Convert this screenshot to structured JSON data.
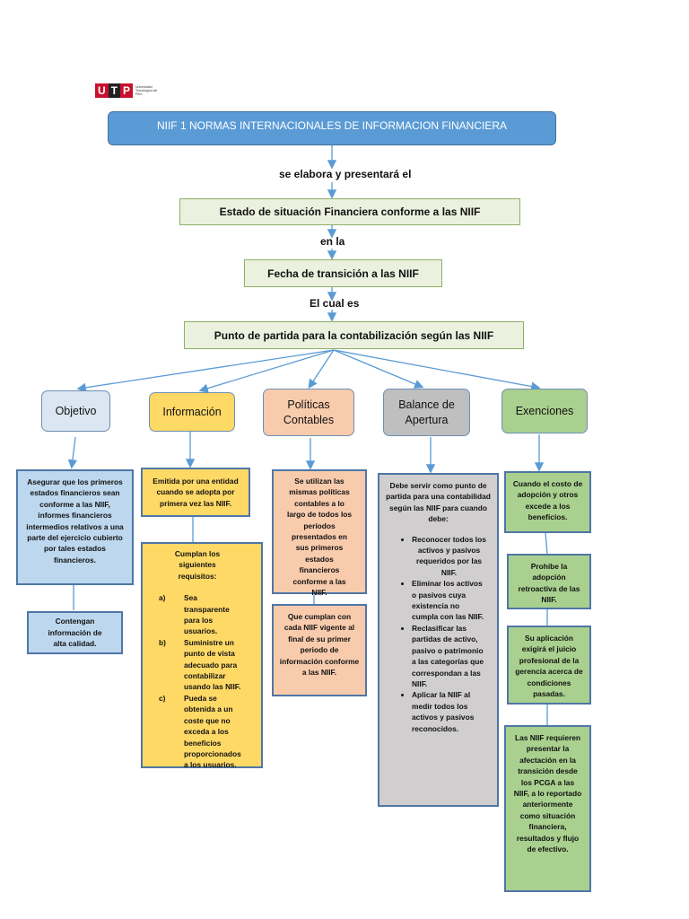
{
  "logo": {
    "text": "UTP",
    "subtitle": "Universidad Tecnológica del Perú"
  },
  "title": "NIIF 1 NORMAS INTERNACIONALES DE INFORMACION FINANCIERA",
  "connector1": "se elabora y presentará el",
  "node1": "Estado de situación Financiera conforme a las NIIF",
  "connector2": "en la",
  "node2": "Fecha de transición a las NIIF",
  "connector3": "El cual es",
  "node3": "Punto de partida para la contabilización según las NIIF",
  "categories": {
    "objetivo": "Objetivo",
    "informacion": "Información",
    "politicas": "Políticas Contables",
    "balance": "Balance de Apertura",
    "exenciones": "Exenciones"
  },
  "objetivo": {
    "detail1": "Asegurar que los primeros estados financieros sean conforme a las NIIF, informes financieros intermedios relativos a una parte del ejercicio cubierto por tales estados financieros.",
    "detail2": "Contengan información de alta calidad."
  },
  "informacion": {
    "detail1": "Emitida por una entidad cuando se adopta por primera vez las NIIF.",
    "detail2_intro": "Cumplan los siguientes requisitos:",
    "requirements": [
      {
        "key": "a)",
        "text": "Sea transparente para los usuarios."
      },
      {
        "key": "b)",
        "text": "Suministre un punto de vista adecuado para contabilizar usando las NIIF."
      },
      {
        "key": "c)",
        "text": "Pueda se obtenida a un coste que no exceda a los beneficios proporcionados a los usuarios."
      }
    ]
  },
  "politicas": {
    "detail1": "Se utilizan las mismas políticas contables a lo largo de todos los períodos presentados en sus primeros estados financieros conforme a las NIIF.",
    "detail2": "Que cumplan con cada NIIF vigente al final de su primer periodo de información conforme a las NIIF."
  },
  "balance": {
    "intro": "Debe servir como punto de partida para una contabilidad según las NIIF para cuando debe:",
    "bullets": [
      "Reconocer todos los activos y pasivos requeridos por las NIIF.",
      "Eliminar los activos o pasivos cuya existencia no cumpla con las NIIF.",
      "Reclasificar las partidas de activo, pasivo o patrimonio a las categorías que correspondan a las NIIF.",
      "Aplicar la NIIF al medir todos los activos y pasivos reconocidos."
    ]
  },
  "exenciones": {
    "detail1": "Cuando el costo de adopción y otros excede a los beneficios.",
    "detail2": "Prohíbe la adopción retroactiva de las NIIF.",
    "detail3": "Su aplicación exigirá el juicio profesional de la gerencia acerca de condiciones pasadas.",
    "detail4": "Las NIIF requieren presentar la afectación en la transición desde los PCGA a las NIIF, a lo reportado anteriormente como situación financiera, resultados y flujo de efectivo."
  },
  "colors": {
    "title": "#5b9bd5",
    "blue": "#bdd7ee",
    "lightblue": "#dce6f2",
    "yellow": "#ffd966",
    "peach": "#f8cbad",
    "gray": "#d0cece",
    "green": "#a9d08e",
    "line": "#5b9bd5",
    "logo_red": "#c8102e"
  }
}
